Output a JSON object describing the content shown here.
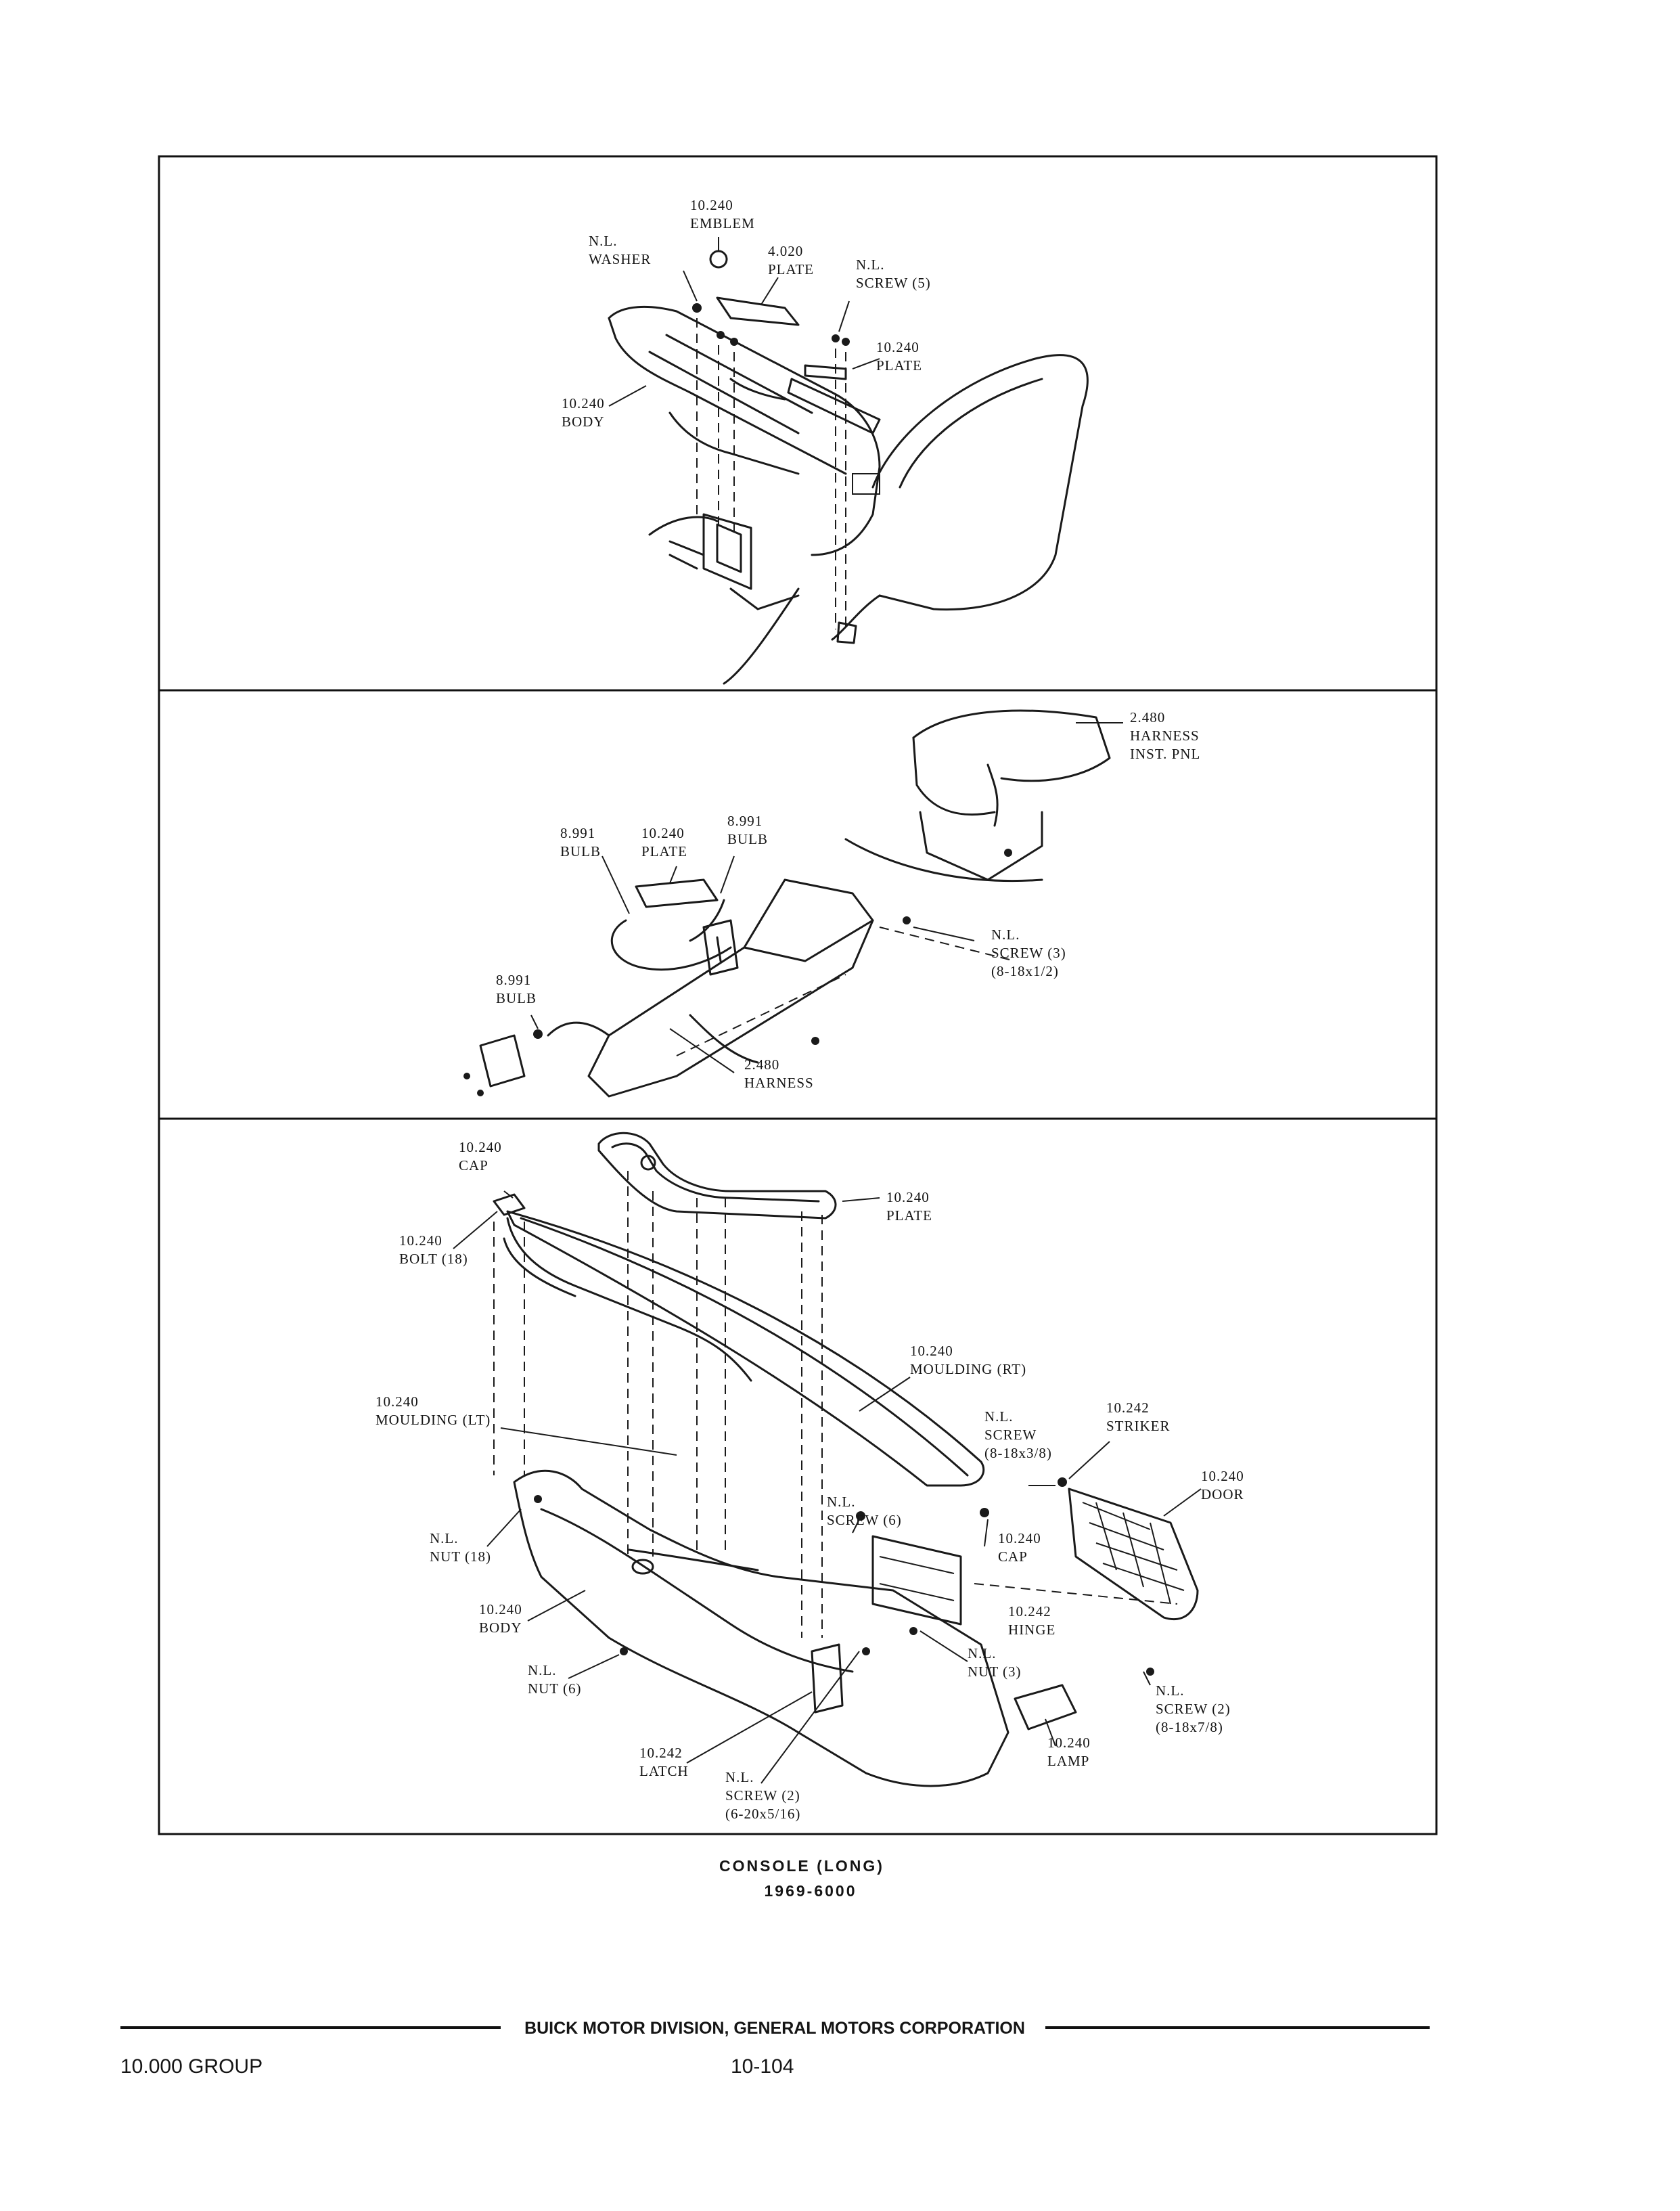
{
  "panel1": {
    "labels": [
      {
        "key": "emblem",
        "lines": [
          "10.240",
          "EMBLEM"
        ]
      },
      {
        "key": "washer",
        "lines": [
          "N.L.",
          "WASHER"
        ]
      },
      {
        "key": "plate-4020",
        "lines": [
          "4.020",
          "PLATE"
        ]
      },
      {
        "key": "screw-5",
        "lines": [
          "N.L.",
          "SCREW (5)"
        ]
      },
      {
        "key": "plate-10240",
        "lines": [
          "10.240",
          "PLATE"
        ]
      },
      {
        "key": "body",
        "lines": [
          "10.240",
          "BODY"
        ]
      }
    ]
  },
  "panel2": {
    "labels": [
      {
        "key": "harness-inst-pnl",
        "lines": [
          "2.480",
          "HARNESS",
          "INST. PNL"
        ]
      },
      {
        "key": "bulb-left",
        "lines": [
          "8.991",
          "BULB"
        ]
      },
      {
        "key": "plate",
        "lines": [
          "10.240",
          "PLATE"
        ]
      },
      {
        "key": "bulb-right",
        "lines": [
          "8.991",
          "BULB"
        ]
      },
      {
        "key": "screw-3",
        "lines": [
          "N.L.",
          "SCREW (3)",
          "(8-18x1/2)"
        ]
      },
      {
        "key": "bulb-lower",
        "lines": [
          "8.991",
          "BULB"
        ]
      },
      {
        "key": "harness",
        "lines": [
          "2.480",
          "HARNESS"
        ]
      }
    ]
  },
  "panel3": {
    "labels": [
      {
        "key": "cap-top",
        "lines": [
          "10.240",
          "CAP"
        ]
      },
      {
        "key": "plate",
        "lines": [
          "10.240",
          "PLATE"
        ]
      },
      {
        "key": "bolt",
        "lines": [
          "10.240",
          "BOLT (18)"
        ]
      },
      {
        "key": "moulding-rt",
        "lines": [
          "10.240",
          "MOULDING (RT)"
        ]
      },
      {
        "key": "moulding-lt",
        "lines": [
          "10.240",
          "MOULDING (LT)"
        ]
      },
      {
        "key": "screw-8-18x3-8",
        "lines": [
          "N.L.",
          "SCREW",
          "(8-18x3/8)"
        ]
      },
      {
        "key": "striker",
        "lines": [
          "10.242",
          "STRIKER"
        ]
      },
      {
        "key": "door",
        "lines": [
          "10.240",
          "DOOR"
        ]
      },
      {
        "key": "nut-18",
        "lines": [
          "N.L.",
          "NUT (18)"
        ]
      },
      {
        "key": "screw-6",
        "lines": [
          "N.L.",
          "SCREW (6)"
        ]
      },
      {
        "key": "cap-side",
        "lines": [
          "10.240",
          "CAP"
        ]
      },
      {
        "key": "body",
        "lines": [
          "10.240",
          "BODY"
        ]
      },
      {
        "key": "hinge",
        "lines": [
          "10.242",
          "HINGE"
        ]
      },
      {
        "key": "nut-6",
        "lines": [
          "N.L.",
          "NUT (6)"
        ]
      },
      {
        "key": "nut-3",
        "lines": [
          "N.L.",
          "NUT (3)"
        ]
      },
      {
        "key": "screw-2-lamp",
        "lines": [
          "N.L.",
          "SCREW (2)",
          "(8-18x7/8)"
        ]
      },
      {
        "key": "lamp",
        "lines": [
          "10.240",
          "LAMP"
        ]
      },
      {
        "key": "latch",
        "lines": [
          "10.242",
          "LATCH"
        ]
      },
      {
        "key": "screw-2-latch",
        "lines": [
          "N.L.",
          "SCREW (2)",
          "(6-20x5/16)"
        ]
      }
    ]
  },
  "caption": {
    "line1": "CONSOLE (LONG)",
    "line2": "1969-6000"
  },
  "footer": {
    "company": "BUICK MOTOR DIVISION, GENERAL MOTORS CORPORATION",
    "group": "10.000 GROUP",
    "page": "10-104"
  }
}
